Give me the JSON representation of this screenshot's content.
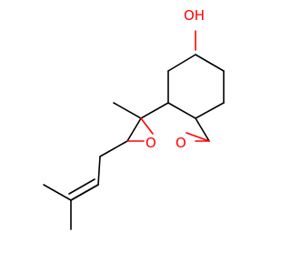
{
  "molecule": {
    "atoms": {
      "oh_label": "OH",
      "epoxide_o1": "O",
      "epoxide_o2": "O"
    },
    "colors": {
      "carbon_bond": "#000000",
      "oxygen": "#ff0000",
      "hydrogen": "#000000",
      "background": "#ffffff"
    }
  }
}
